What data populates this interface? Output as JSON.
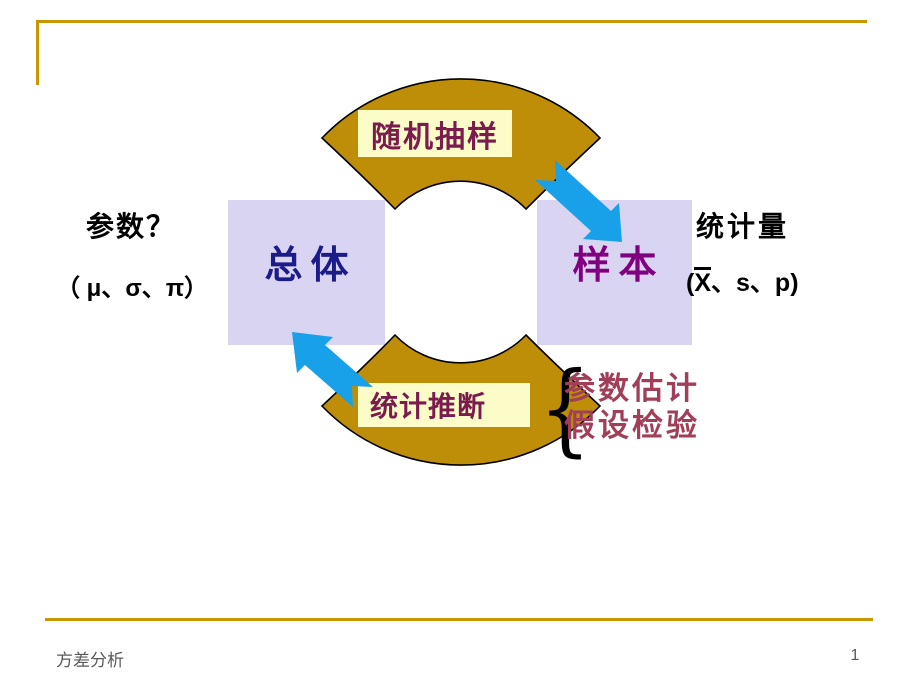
{
  "slide": {
    "footer_title": "方差分析",
    "page_number": "1"
  },
  "diagram": {
    "top_arc_label": "随机抽样",
    "bottom_arc_label": "统计推断",
    "population_label": "总体",
    "sample_label": "样本",
    "parameter_heading": "参数？",
    "parameter_symbols": "（ μ、σ、π）",
    "statistic_heading": "统计量",
    "statistic_symbols_open": "(",
    "statistic_symbols_xbar": "X",
    "statistic_symbols_rest": "、s、p)",
    "brace": "{",
    "inference_items": [
      "参数估计",
      "假设检验"
    ]
  },
  "colors": {
    "accent_gold_rule": "#C79600",
    "arc_fill": "#BF8E08",
    "arc_outline": "#000000",
    "tag_box_fill": "#FCFCC8",
    "entity_box_fill": "#D9D4F2",
    "population_text": "#1B1B8A",
    "sample_text": "#800080",
    "tag_text": "#7B1C4E",
    "inference_text": "#A13E58",
    "arrow_blue": "#18A0E8",
    "footer_text": "#5A5A5A"
  }
}
